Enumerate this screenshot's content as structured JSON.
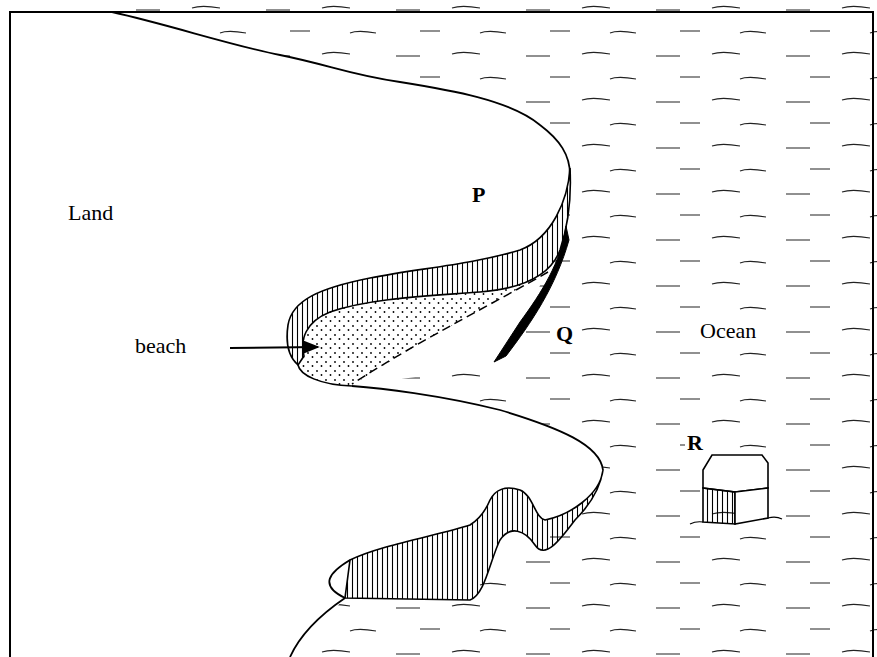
{
  "diagram": {
    "labels": [
      "Land",
      "P",
      "beach",
      "Q",
      "Ocean",
      "R"
    ]
  }
}
